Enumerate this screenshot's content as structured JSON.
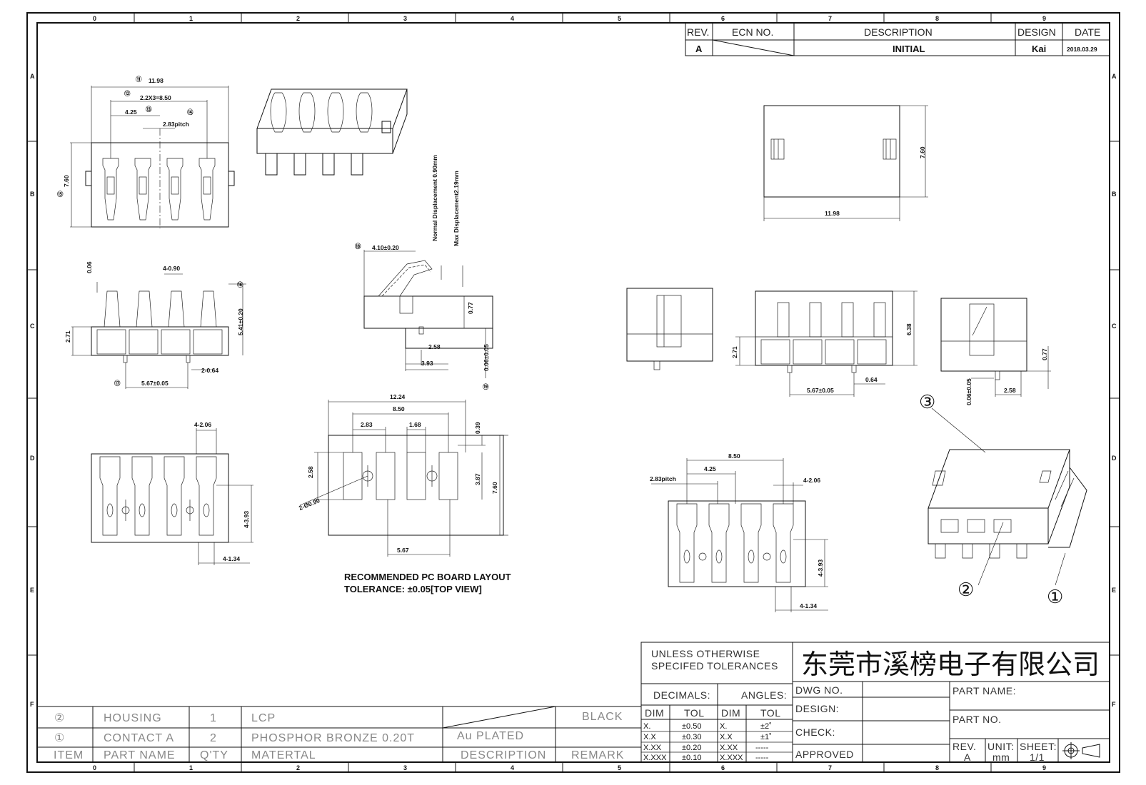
{
  "zones": {
    "columns": [
      "0",
      "1",
      "2",
      "3",
      "4",
      "5",
      "6",
      "7",
      "8",
      "9"
    ],
    "rows": [
      "A",
      "B",
      "C",
      "D",
      "E",
      "F"
    ]
  },
  "revision_block": {
    "headers": {
      "rev": "REV.",
      "ecn": "ECN NO.",
      "description": "DESCRIPTION",
      "design": "DESIGN",
      "date": "DATE"
    },
    "row": {
      "rev": "A",
      "description": "INITIAL",
      "design": "Kai",
      "date": "2018.03.29"
    }
  },
  "top_view_dims": {
    "overall": "11.98",
    "span": "2.2X3=8.50",
    "offset": "4.25",
    "pitch": "2.83pitch",
    "height": "7.60",
    "tag1": "⑪",
    "tag2": "⑫",
    "tag3": "⑬",
    "tag4": "⑭",
    "tag5": "⑮"
  },
  "front_view_dims": {
    "tip": "0.06",
    "width": "4-0.90",
    "height": "5.41±0.20",
    "base": "2.71",
    "pin": "2-0.64",
    "spacing": "5.67±0.05",
    "tag1": "⑯",
    "tag2": "⑰"
  },
  "side_detail": {
    "length": "4.10±0.20",
    "normal": "Normal Displacement 0.90mm",
    "max": "Max Displacement2.19mm",
    "h1": "0.77",
    "w1": "2.58",
    "w2": "3.93",
    "h2": "0.06±0.05",
    "tag1": "⑱",
    "tag2": "⑲"
  },
  "bottom_view_dims": {
    "width": "4-2.06",
    "height": "4-3.93",
    "pad": "4-1.34"
  },
  "pcb_layout": {
    "overall": "12.24",
    "span": "8.50",
    "d1": "2.83",
    "d2": "1.68",
    "pad_h": "2.58",
    "hole": "2-Ø0.90",
    "top": "0.39",
    "mid": "3.87",
    "height": "7.60",
    "spacing": "5.67",
    "note1": "RECOMMENDED PC BOARD LAYOUT",
    "note2": "TOLERANCE: ±0.05[TOP VIEW]"
  },
  "right_top_view": {
    "width": "11.98",
    "height": "7.60"
  },
  "right_front_view": {
    "height": "6.38",
    "base": "2.71",
    "spacing": "5.67±0.05",
    "pin": "0.64"
  },
  "right_side_view": {
    "h": "0.77",
    "w": "2.58",
    "t": "0.06±0.05"
  },
  "right_bottom_view": {
    "span": "8.50",
    "offset": "4.25",
    "pitch": "2.83pitch",
    "width": "4-2.06",
    "height": "4-3.93",
    "pad": "4-1.34"
  },
  "callouts": {
    "housing": "③",
    "contact": "②",
    "base": "①"
  },
  "bom": {
    "headers": {
      "item": "ITEM",
      "part_name": "PART NAME",
      "qty": "Q'TY",
      "material": "MATERTAL",
      "description": "DESCRIPTION",
      "remark": "REMARK"
    },
    "rows": [
      {
        "item": "②",
        "part_name": "HOUSING",
        "qty": "1",
        "material": "LCP",
        "description": "",
        "remark": "BLACK"
      },
      {
        "item": "①",
        "part_name": "CONTACT A",
        "qty": "2",
        "material": "PHOSPHOR BRONZE 0.20T",
        "description": "Au PLATED",
        "remark": ""
      }
    ]
  },
  "tolerance_block": {
    "title_line1": "UNLESS OTHERWISE",
    "title_line2": "SPECIFED TOLERANCES",
    "decimals": "DECIMALS:",
    "angles": "ANGLES:",
    "dim": "DIM",
    "tol": "TOL",
    "linear": [
      [
        "X.",
        "±0.50"
      ],
      [
        "X.X",
        "±0.30"
      ],
      [
        "X.XX",
        "±0.20"
      ],
      [
        "X.XXX",
        "±0.10"
      ]
    ],
    "angular": [
      [
        "X.",
        "±2˚"
      ],
      [
        "X.X",
        "±1˚"
      ],
      [
        "X.XX",
        "-----"
      ],
      [
        "X.XXX",
        "-----"
      ]
    ]
  },
  "title_block": {
    "company": "东莞市溪榜电子有限公司",
    "dwg_no": "DWG NO.",
    "design": "DESIGN:",
    "check": "CHECK:",
    "approved": "APPROVED",
    "part_name": "PART NAME:",
    "part_no": "PART NO.",
    "rev_label": "REV.",
    "rev": "A",
    "unit_label": "UNIT:",
    "unit": "mm",
    "sheet_label": "SHEET:",
    "sheet": "1/1"
  }
}
